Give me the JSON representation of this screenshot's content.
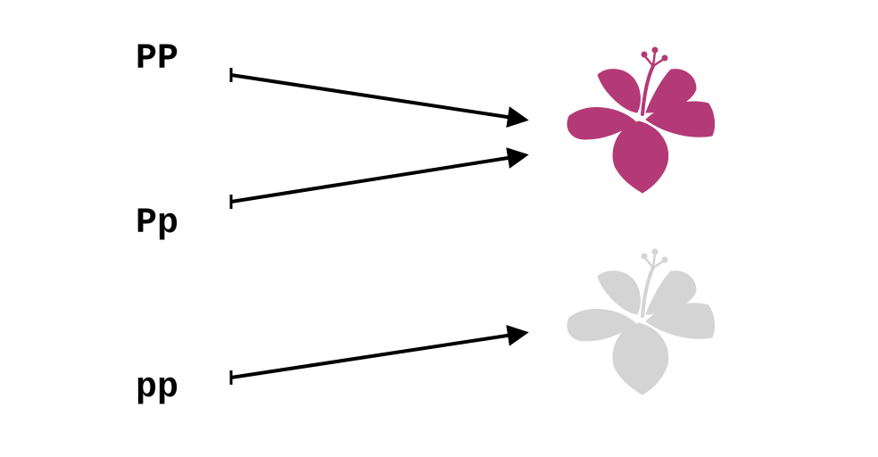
{
  "genotypes": [
    {
      "label": "PP",
      "phenotype": "purple"
    },
    {
      "label": "Pp",
      "phenotype": "purple"
    },
    {
      "label": "pp",
      "phenotype": "white"
    }
  ],
  "colors": {
    "purple_flower": "#B33A76",
    "white_flower": "#D4D4D4",
    "arrow": "#000000",
    "text": "#000000"
  },
  "icons": {
    "flower": "hibiscus-flower-icon",
    "arrow": "arrow-right-icon"
  }
}
